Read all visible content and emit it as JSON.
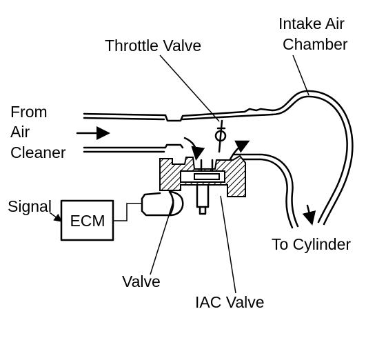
{
  "diagram": {
    "labels": {
      "throttle_valve": "Throttle Valve",
      "intake_air_chamber_line1": "Intake Air",
      "intake_air_chamber_line2": "Chamber",
      "from_line1": "From",
      "from_line2": "Air",
      "from_line3": "Cleaner",
      "signal": "Signal",
      "ecm": "ECM",
      "to_cylinder": "To Cylinder",
      "valve": "Valve",
      "iac_valve": "IAC Valve"
    }
  }
}
